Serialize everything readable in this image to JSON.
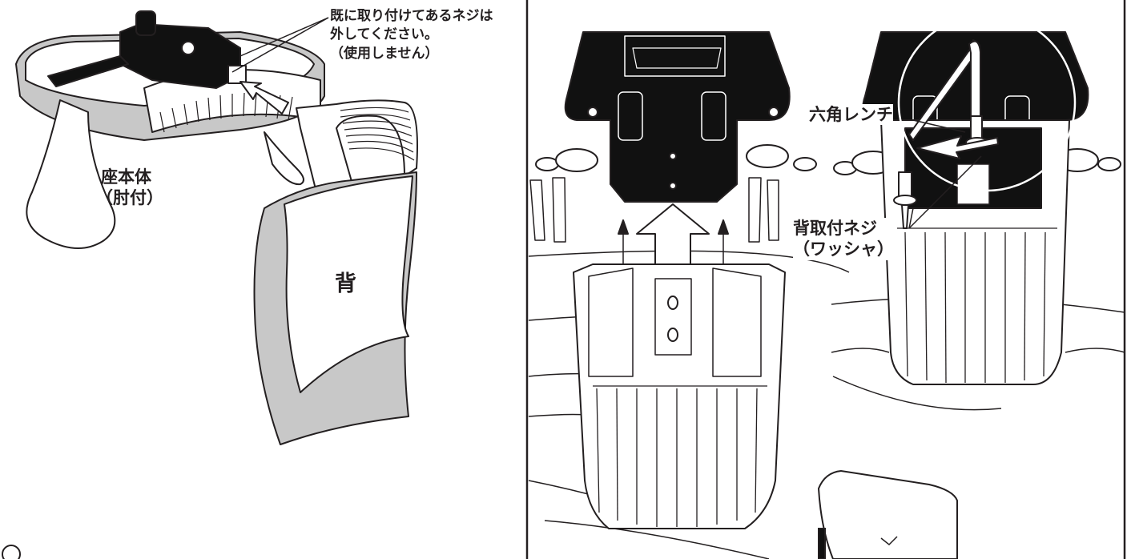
{
  "labels": {
    "screw_note_line1": "既に取り付けてあるネジは",
    "screw_note_line2": "外してください。",
    "screw_note_line3": "（使用しません）",
    "seat_body_line1": "座本体",
    "seat_body_line2": "（肘付）",
    "back": "背",
    "hex_wrench": "六角レンチ",
    "back_screw_line1": "背取付ネジ",
    "back_screw_line2": "（ワッシャ）"
  },
  "colors": {
    "line": "#231f20",
    "gray_fill": "#c8c8c8",
    "light_gray": "#e6e6e6",
    "black": "#111111",
    "white": "#ffffff"
  }
}
